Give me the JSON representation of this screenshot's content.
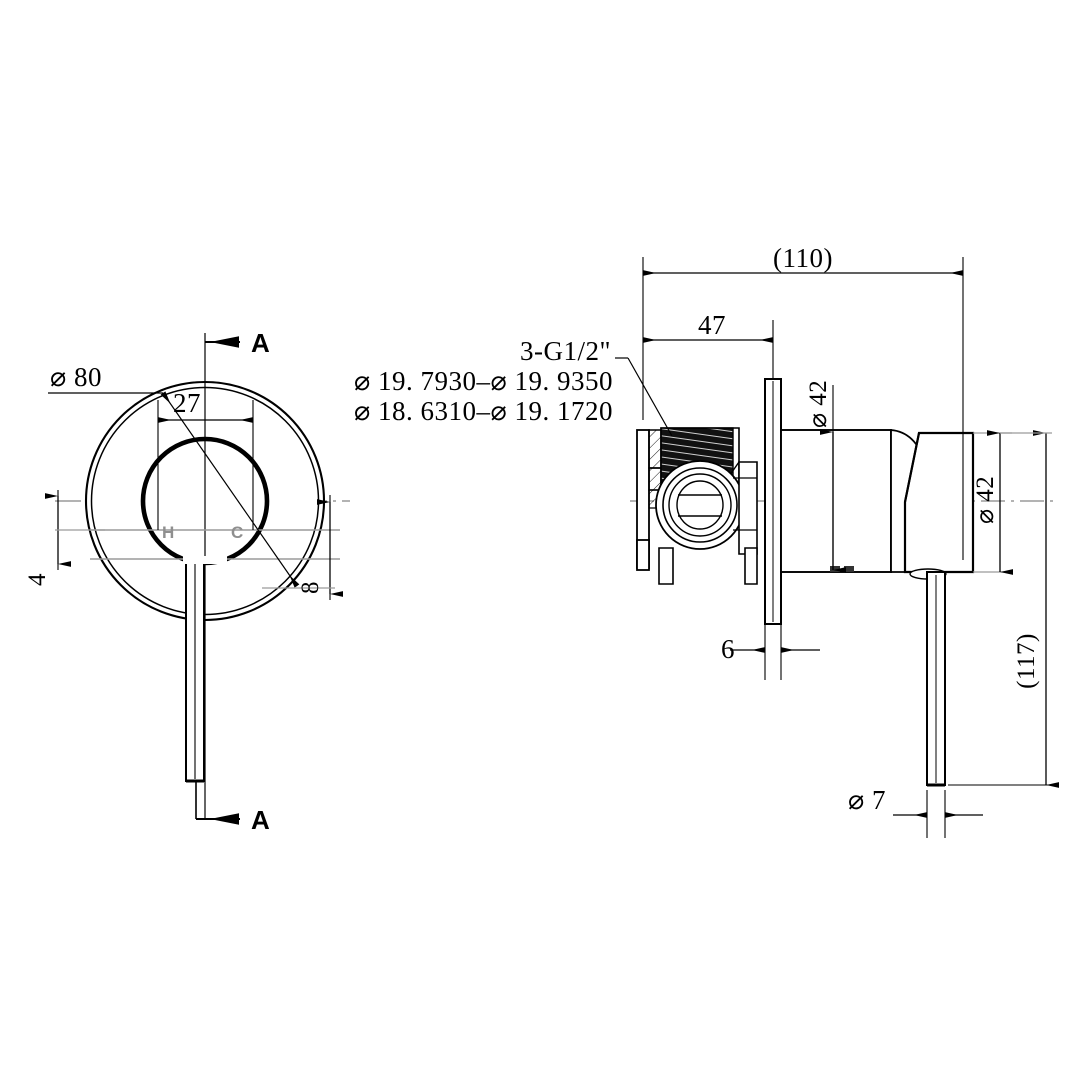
{
  "drawing": {
    "title": "Wall mixer technical drawing",
    "views": {
      "front": {
        "name": "front-view",
        "section_marker": "A",
        "labels": {
          "outer_diameter": "⌀ 80",
          "inner_width": "27",
          "offset_left": "4",
          "offset_right": "8",
          "hot_marker": "H",
          "cold_marker": "C"
        }
      },
      "side": {
        "name": "side-section-view",
        "labels": {
          "overall_length": "(110)",
          "inlet_length": "47",
          "body_diameter_top": "⌀ 42",
          "body_diameter_right": "⌀ 42",
          "plate_thickness": "6",
          "handle_diameter": "⌀ 7",
          "overall_height": "(117)"
        }
      }
    },
    "notes": {
      "thread_spec": "3-G1/2\"",
      "tolerance_line_1": "⌀ 19. 7930–⌀ 19. 9350",
      "tolerance_line_2": "⌀ 18. 6310–⌀ 19. 1720"
    },
    "colors": {
      "line": "#000000",
      "marker_gray": "#8f8f8f",
      "background": "#ffffff"
    }
  }
}
